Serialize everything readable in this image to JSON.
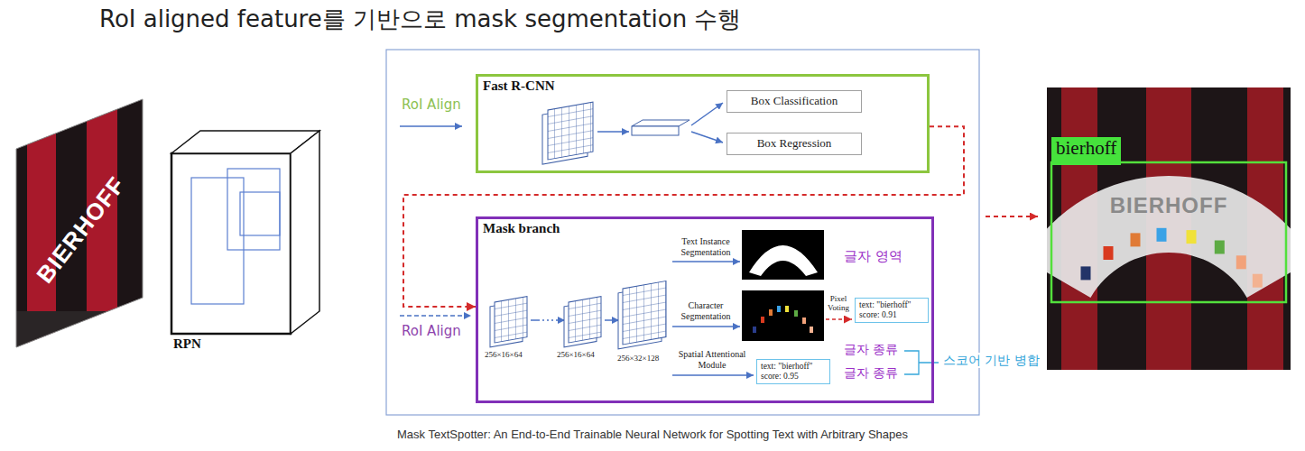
{
  "diagram": {
    "title": "RoI aligned feature를 기반으로 mask segmentation 수행",
    "caption": "Mask TextSpotter: An End-to-End Trainable Neural Network for Spotting Text with Arbitrary Shapes",
    "nodes": [
      {
        "text": [
          "RPN"
        ]
      },
      {
        "text": [
          "Fast R-CNN"
        ]
      },
      {
        "text": [
          "Box Classification"
        ],
        "in": 1
      },
      {
        "text": [
          "Box Regression"
        ],
        "in": 1
      },
      {
        "text": [
          "Mask branch"
        ]
      },
      {
        "text": [
          "text: \"bierhoff\" score: 0.91"
        ],
        "in": 4
      },
      {
        "text": [
          "text: \"bierhoff\" score: 0.95"
        ],
        "in": 4
      },
      {
        "text": [
          "bierhoff"
        ]
      }
    ],
    "edges": [
      {
        "from": 1,
        "to": 4,
        "arrow": "to"
      }
    ],
    "labels": [
      "BIERHOFF",
      "RoI Align",
      "RoI Align",
      "Text Instance Segmentation",
      "글자 영역",
      "Character Segmentation",
      "Pixel Voting",
      "256×16×64",
      "256×16×64",
      "256×32×128",
      "Spatial Attentional Module",
      "글자 종류",
      "글자 종류",
      "스코어 기반 병합",
      "BIERHOFF"
    ]
  }
}
